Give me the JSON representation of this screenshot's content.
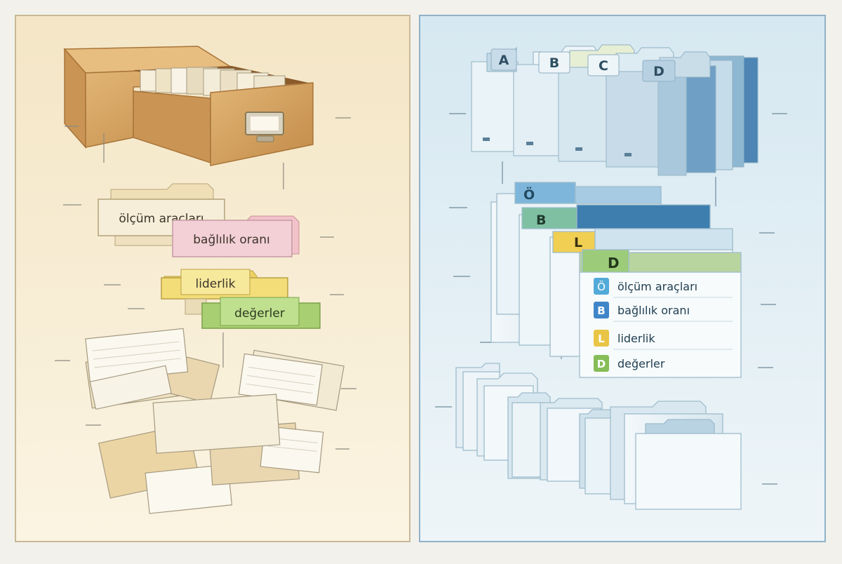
{
  "left_panel": {
    "colors": {
      "bg_top": "#f6ead0",
      "bg_bottom": "#fbf4e2",
      "border": "#c9b995",
      "wood": "#d9a862",
      "wood_dark": "#b17a3c"
    },
    "tags": [
      {
        "label": "ölçüm araçları",
        "color": "#f4ebd2"
      },
      {
        "label": "bağlılık oranı",
        "color": "#f3cfd6"
      },
      {
        "label": "liderlik",
        "color": "#f2dd78"
      },
      {
        "label": "değerler",
        "color": "#a8cf72"
      }
    ]
  },
  "right_panel": {
    "colors": {
      "bg_top": "#dcebf2",
      "bg_bottom": "#eef5f8",
      "border": "#8fb2c8",
      "folder": "#eaf3f7",
      "folder_edge": "#9fbccc"
    },
    "top_tabs": [
      "A",
      "B",
      "C",
      "D"
    ],
    "stack_tabs": [
      "Ö",
      "B",
      "L",
      "D"
    ],
    "index_list": [
      {
        "letter": "Ö",
        "label": "ölçüm araçları",
        "color": "#52aad8"
      },
      {
        "letter": "B",
        "label": "bağlılık oranı",
        "color": "#3f86c8"
      },
      {
        "letter": "L",
        "label": "liderlik",
        "color": "#e9c545"
      },
      {
        "letter": "D",
        "label": "değerler",
        "color": "#86bd58"
      }
    ]
  }
}
